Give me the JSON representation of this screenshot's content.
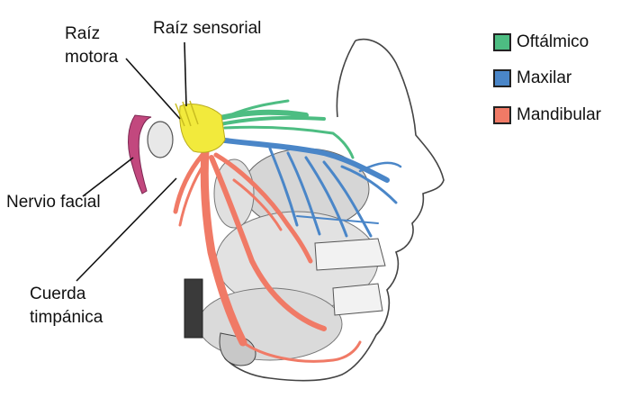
{
  "labels": {
    "raiz_motora_line1": "Raíz",
    "raiz_motora_line2": "motora",
    "raiz_sensorial": "Raíz sensorial",
    "nervio_facial": "Nervio facial",
    "cuerda_line1": "Cuerda",
    "cuerda_line2": "timpánica"
  },
  "legend": [
    {
      "label": "Oftálmico",
      "color": "#4dbd82"
    },
    {
      "label": "Maxilar",
      "color": "#4a86c8"
    },
    {
      "label": "Mandibular",
      "color": "#f07a66"
    }
  ],
  "colors": {
    "ganglion": "#f2ea3c",
    "facial_nerve": "#c2487e",
    "outline": "#444444",
    "shading": "#cfcfcf"
  }
}
